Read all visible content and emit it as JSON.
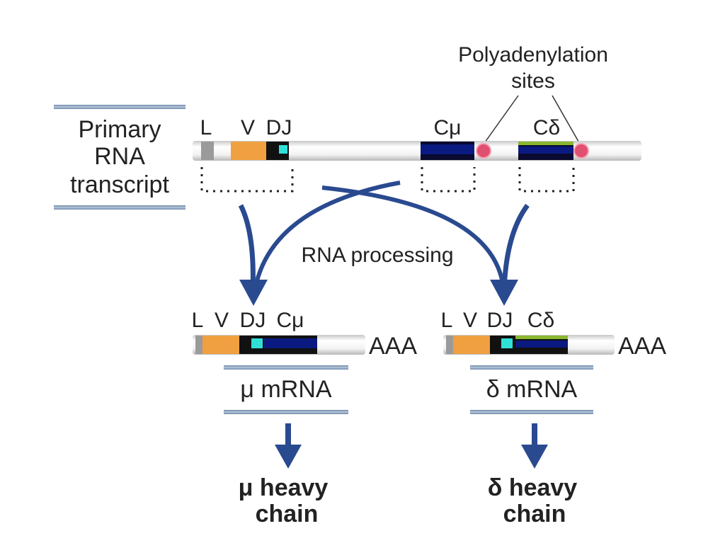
{
  "primary": {
    "title_lines": [
      "Primary",
      "RNA",
      "transcript"
    ],
    "segments": {
      "L": "L",
      "V": "V",
      "DJ": "DJ",
      "Cmu": "Cμ",
      "Cdelta": "Cδ"
    },
    "polya_label_lines": [
      "Polyadenylation",
      "sites"
    ]
  },
  "process_label": "RNA processing",
  "mu": {
    "segment_labels": [
      "L",
      "V",
      "DJ",
      "Cμ"
    ],
    "tail": "AAA",
    "mrna_label": "μ mRNA",
    "product_lines": [
      "μ heavy",
      "chain"
    ]
  },
  "delta": {
    "segment_labels": [
      "L",
      "V",
      "DJ",
      "Cδ"
    ],
    "tail": "AAA",
    "mrna_label": "δ mRNA",
    "product_lines": [
      "δ heavy",
      "chain"
    ]
  },
  "colors": {
    "leader": "#9a9a9a",
    "V": "#f0a040",
    "DJ_black": "#111111",
    "DJ_cyan": "#30e0d8",
    "Cmu": "#0a1a80",
    "Cdelta_green": "#8ab830",
    "polyA_site": "#e05070",
    "arrow": "#2a4a90",
    "bracket_bar": "#8aa0b8"
  }
}
